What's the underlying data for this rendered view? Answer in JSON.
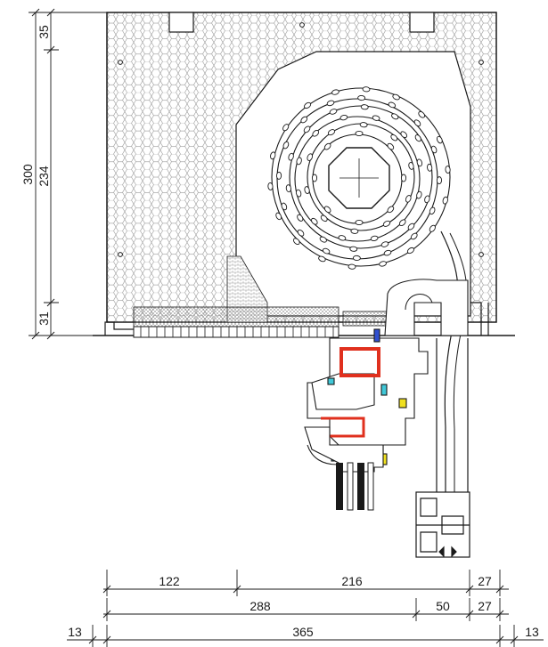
{
  "dimensions": {
    "vertical": {
      "total": "300",
      "top": "35",
      "middle": "234",
      "bottom": "31"
    },
    "row1": [
      "122",
      "216",
      "27"
    ],
    "row2": [
      "288",
      "50",
      "27"
    ],
    "row3": [
      "13",
      "365",
      "13"
    ]
  },
  "colors": {
    "line": "#1a1a1a",
    "hatch": "#9a9a9a",
    "profile_red": "#e0301e",
    "profile_cyan": "#40c8d8",
    "profile_yellow": "#f0e020",
    "profile_blue": "#3050d0"
  }
}
